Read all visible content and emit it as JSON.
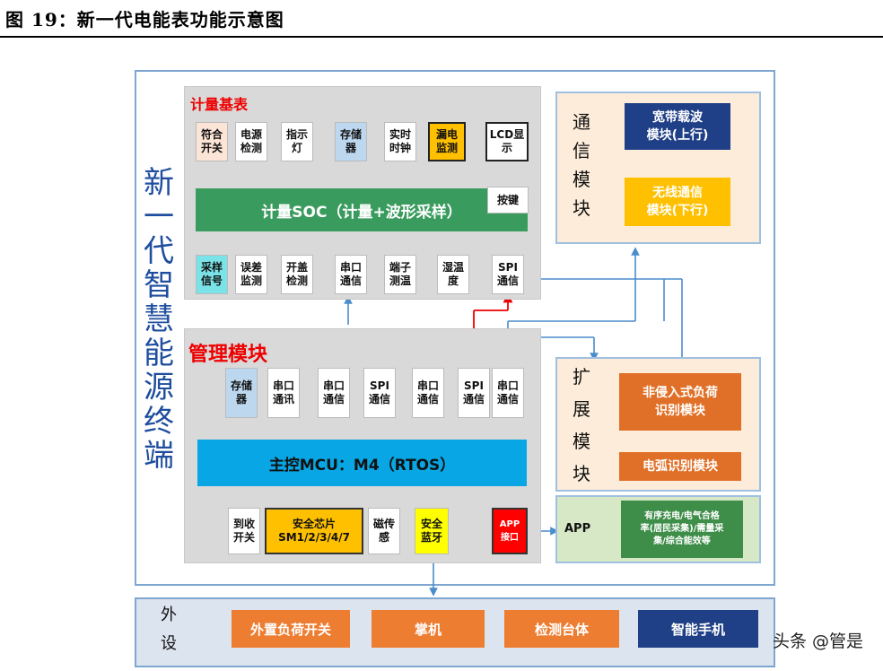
{
  "caption": "图 19：新一代电能表功能示意图",
  "side_title": [
    "新",
    "一",
    "代",
    "智",
    "慧",
    "能",
    "源",
    "终",
    "端"
  ],
  "meter": {
    "title": "计量基表",
    "top_cells": [
      "符合\n开关",
      "电源\n检测",
      "指示\n灯",
      "存储\n器",
      "实时\n时钟",
      "漏电\n监测",
      "LCD显\n示"
    ],
    "soc": "计量SOC（计量+波形采样）",
    "key": "按键",
    "bottom_cells": [
      "采样\n信号",
      "误差\n监测",
      "开盖\n检测",
      "串口\n通信",
      "端子\n测温",
      "湿温\n度",
      "SPI\n通信"
    ]
  },
  "mgmt": {
    "title": "管理模块",
    "top_cells": [
      "存储\n器",
      "串口\n通讯",
      "串口\n通信",
      "SPI\n通信",
      "串口\n通信",
      "SPI\n通信",
      "串口\n通信"
    ],
    "mcu": "主控MCU：M4（RTOS）",
    "bottom_cells": [
      "到收\n开关",
      "安全芯片\nSM1/2/3/4/7",
      "磁传\n感",
      "安全\n蓝牙",
      "APP\n接口"
    ]
  },
  "comm": {
    "title": [
      "通",
      "信",
      "模",
      "块"
    ],
    "box1": "宽带载波\n模块(上行)",
    "box2": "无线通信\n模块(下行)"
  },
  "ext": {
    "title": [
      "扩",
      "展",
      "模",
      "块"
    ],
    "box1": "非侵入式负荷\n识别模块",
    "box2": "电弧识别模块"
  },
  "app": {
    "label": "APP",
    "box": "有序充电/电气合格\n率(居民采集)/需量采\n集/综合能效等"
  },
  "peripheral": {
    "title": [
      "外",
      "设"
    ],
    "items": [
      "外置负荷开关",
      "掌机",
      "检测台体",
      "智能手机"
    ]
  },
  "watermark": "头条 @管是",
  "colors": {
    "green": "#3a9b5e",
    "blue": "#08a6e4",
    "navy": "#1f3f86",
    "orange": "#e86f17",
    "gold": "#ffc000",
    "red": "#ff0000"
  }
}
